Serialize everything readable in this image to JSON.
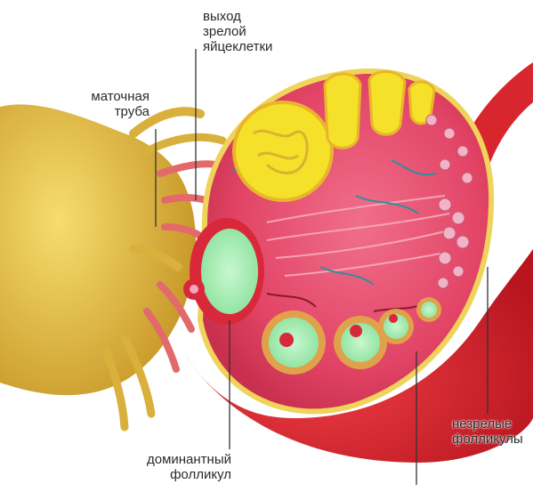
{
  "labels": {
    "exit_mature_egg": "выход\nзрелой\nяйцеклетки",
    "fallopian_tube": "маточная\nтруба",
    "dominant_follicle": "доминантный\nфолликул",
    "immature_follicles": "незрелые\nфолликулы"
  },
  "colors": {
    "ovary_tissue": "#e8476a",
    "ovary_edge": "#f0d35a",
    "tube_yellow": "#e7c44a",
    "follicle_green": "#a8f0b4",
    "follicle_red_rim": "#d8283a",
    "corpus_luteum": "#f5e02a",
    "ligament_red": "#d8262f"
  }
}
